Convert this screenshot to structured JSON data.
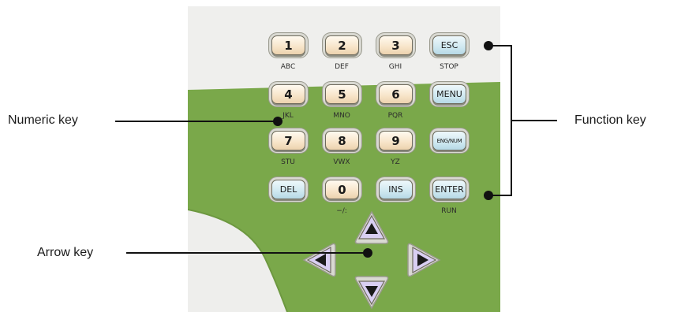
{
  "labels": {
    "numeric_key": "Numeric key",
    "arrow_key": "Arrow key",
    "function_key": "Function key"
  },
  "keys": {
    "k1": {
      "main": "1",
      "sub": "ABC"
    },
    "k2": {
      "main": "2",
      "sub": "DEF"
    },
    "k3": {
      "main": "3",
      "sub": "GHI"
    },
    "esc": {
      "main": "ESC",
      "sub": "STOP"
    },
    "k4": {
      "main": "4",
      "sub": "JKL"
    },
    "k5": {
      "main": "5",
      "sub": "MNO"
    },
    "k6": {
      "main": "6",
      "sub": "PQR"
    },
    "menu": {
      "main": "MENU"
    },
    "k7": {
      "main": "7",
      "sub": "STU"
    },
    "k8": {
      "main": "8",
      "sub": "VWX"
    },
    "k9": {
      "main": "9",
      "sub": "YZ"
    },
    "engnum": {
      "main": "ENG/NUM"
    },
    "del": {
      "main": "DEL"
    },
    "k0": {
      "main": "0",
      "sub": "−/:"
    },
    "ins": {
      "main": "INS"
    },
    "enter": {
      "main": "ENTER",
      "sub": "RUN"
    }
  },
  "arrows": [
    "up",
    "left",
    "right",
    "down"
  ],
  "colors": {
    "panel_green": "#7aa84a",
    "panel_light": "#f0f0ee",
    "numeric_key": "#f7e4c8",
    "function_key": "#cfe8f0",
    "arrow_key": "#d9cff2"
  }
}
